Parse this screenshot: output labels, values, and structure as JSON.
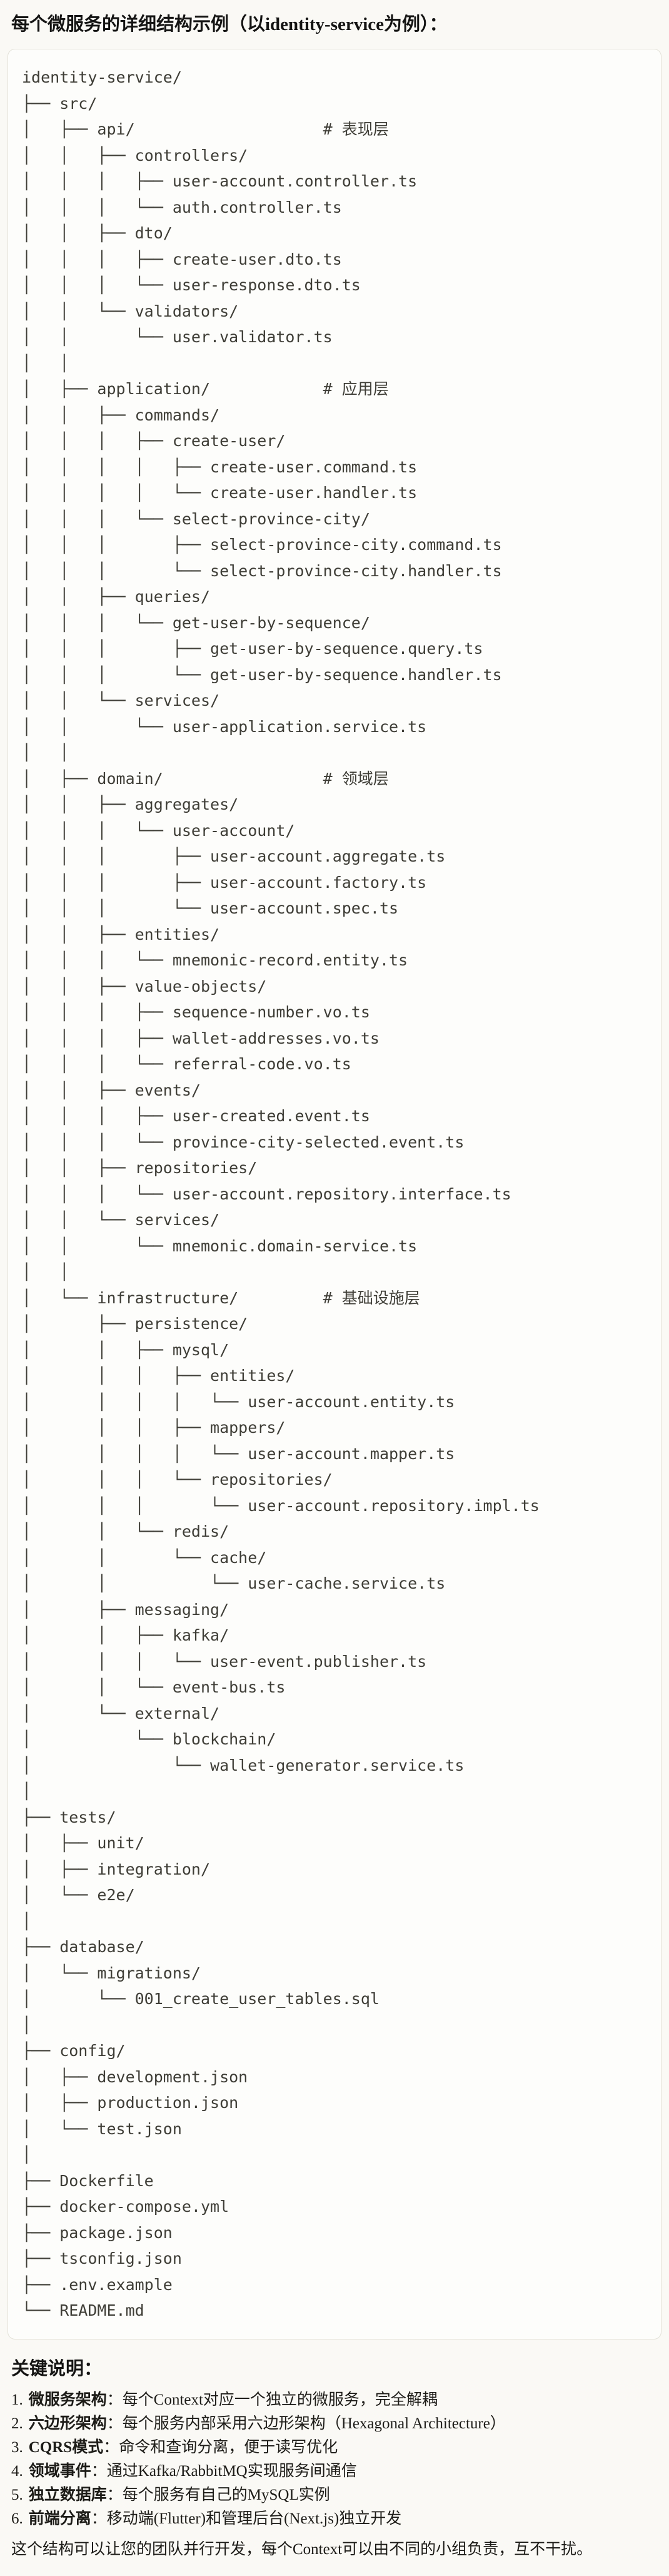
{
  "colors": {
    "background": "#FAF9F5",
    "code_background": "#FDFDFB",
    "code_border": "#E3E1D8",
    "text": "#141413",
    "code_text": "#3E3D36"
  },
  "doc": {
    "title": "每个微服务的详细结构示例（以identity-service为例）：",
    "tree_lines": [
      "identity-service/",
      "├── src/",
      "│   ├── api/                    # 表现层",
      "│   │   ├── controllers/",
      "│   │   │   ├── user-account.controller.ts",
      "│   │   │   └── auth.controller.ts",
      "│   │   ├── dto/",
      "│   │   │   ├── create-user.dto.ts",
      "│   │   │   └── user-response.dto.ts",
      "│   │   └── validators/",
      "│   │       └── user.validator.ts",
      "│   │",
      "│   ├── application/            # 应用层",
      "│   │   ├── commands/",
      "│   │   │   ├── create-user/",
      "│   │   │   │   ├── create-user.command.ts",
      "│   │   │   │   └── create-user.handler.ts",
      "│   │   │   └── select-province-city/",
      "│   │   │       ├── select-province-city.command.ts",
      "│   │   │       └── select-province-city.handler.ts",
      "│   │   ├── queries/",
      "│   │   │   └── get-user-by-sequence/",
      "│   │   │       ├── get-user-by-sequence.query.ts",
      "│   │   │       └── get-user-by-sequence.handler.ts",
      "│   │   └── services/",
      "│   │       └── user-application.service.ts",
      "│   │",
      "│   ├── domain/                 # 领域层",
      "│   │   ├── aggregates/",
      "│   │   │   └── user-account/",
      "│   │   │       ├── user-account.aggregate.ts",
      "│   │   │       ├── user-account.factory.ts",
      "│   │   │       └── user-account.spec.ts",
      "│   │   ├── entities/",
      "│   │   │   └── mnemonic-record.entity.ts",
      "│   │   ├── value-objects/",
      "│   │   │   ├── sequence-number.vo.ts",
      "│   │   │   ├── wallet-addresses.vo.ts",
      "│   │   │   └── referral-code.vo.ts",
      "│   │   ├── events/",
      "│   │   │   ├── user-created.event.ts",
      "│   │   │   └── province-city-selected.event.ts",
      "│   │   ├── repositories/",
      "│   │   │   └── user-account.repository.interface.ts",
      "│   │   └── services/",
      "│   │       └── mnemonic.domain-service.ts",
      "│   │",
      "│   └── infrastructure/         # 基础设施层",
      "│       ├── persistence/",
      "│       │   ├── mysql/",
      "│       │   │   ├── entities/",
      "│       │   │   │   └── user-account.entity.ts",
      "│       │   │   ├── mappers/",
      "│       │   │   │   └── user-account.mapper.ts",
      "│       │   │   └── repositories/",
      "│       │   │       └── user-account.repository.impl.ts",
      "│       │   └── redis/",
      "│       │       └── cache/",
      "│       │           └── user-cache.service.ts",
      "│       ├── messaging/",
      "│       │   ├── kafka/",
      "│       │   │   └── user-event.publisher.ts",
      "│       │   └── event-bus.ts",
      "│       └── external/",
      "│           └── blockchain/",
      "│               └── wallet-generator.service.ts",
      "│",
      "├── tests/",
      "│   ├── unit/",
      "│   ├── integration/",
      "│   └── e2e/",
      "│",
      "├── database/",
      "│   └── migrations/",
      "│       └── 001_create_user_tables.sql",
      "│",
      "├── config/",
      "│   ├── development.json",
      "│   ├── production.json",
      "│   └── test.json",
      "│",
      "├── Dockerfile",
      "├── docker-compose.yml",
      "├── package.json",
      "├── tsconfig.json",
      "├── .env.example",
      "└── README.md"
    ],
    "notes": {
      "heading": "关键说明：",
      "items": [
        {
          "marker": "1.",
          "term": "微服务架构",
          "desc": "：每个Context对应一个独立的微服务，完全解耦"
        },
        {
          "marker": "2.",
          "term": "六边形架构",
          "desc": "：每个服务内部采用六边形架构（Hexagonal Architecture）"
        },
        {
          "marker": "3.",
          "term": "CQRS模式",
          "desc": "：命令和查询分离，便于读写优化"
        },
        {
          "marker": "4.",
          "term": "领域事件",
          "desc": "：通过Kafka/RabbitMQ实现服务间通信"
        },
        {
          "marker": "5.",
          "term": "独立数据库",
          "desc": "：每个服务有自己的MySQL实例"
        },
        {
          "marker": "6.",
          "term": "前端分离",
          "desc": "：移动端(Flutter)和管理后台(Next.js)独立开发"
        }
      ]
    },
    "closing": "这个结构可以让您的团队并行开发，每个Context可以由不同的小组负责，互不干扰。"
  }
}
